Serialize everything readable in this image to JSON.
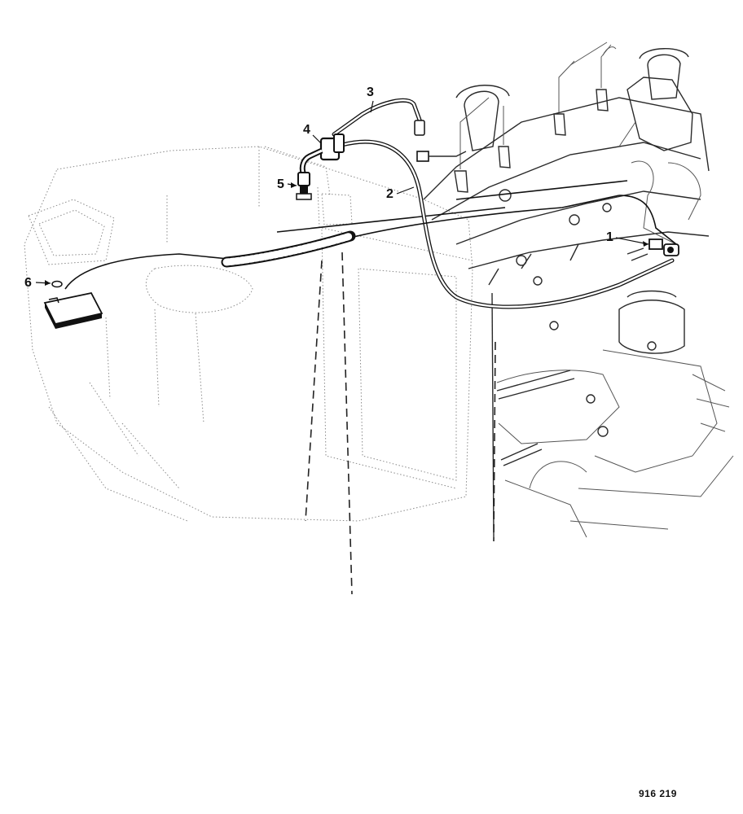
{
  "callouts": [
    {
      "id": "1",
      "label": "1"
    },
    {
      "id": "2",
      "label": "2"
    },
    {
      "id": "3",
      "label": "3"
    },
    {
      "id": "4",
      "label": "4"
    },
    {
      "id": "5",
      "label": "5"
    },
    {
      "id": "6",
      "label": "6"
    }
  ],
  "figure_number": "916 219"
}
